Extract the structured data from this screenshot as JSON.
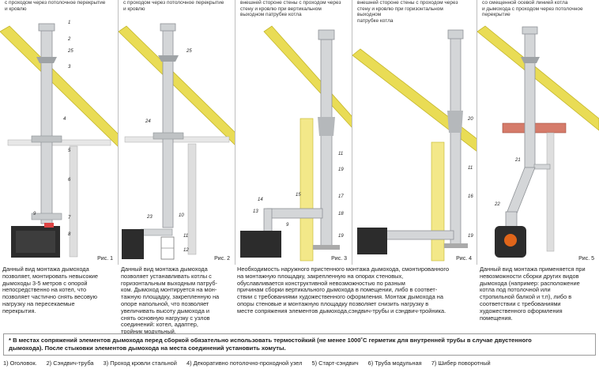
{
  "panels": [
    {
      "header": "с проходом через потолочное перекрытие\nи кровлю",
      "figure": "Рис. 1",
      "numbers": [
        "1",
        "2",
        "25",
        "3",
        "4",
        "5",
        "6",
        "7",
        "8",
        "9"
      ],
      "description": "Данный вид монтажа дымохода\nпозволяет, монтировать невысокие\nдымоходы 3-5 метров с опорой\nнепосредственно на котел, что\nпозволяет частично снять весовую\nнагрузку на пересекаемые\nперекрытия."
    },
    {
      "header": "с проходом через потолочное перекрытие\nи кровлю",
      "figure": "Рис. 2",
      "numbers": [
        "25",
        "24",
        "23",
        "10",
        "11",
        "12"
      ],
      "description": "Данный вид монтажа дымохода\nпозволяет устанавливать котлы с\nгоризонтальным выходным патруб-\nком. Дымоход монтируется на мон-\nтажную площадку, закрепленную на\nопоре напольной, что позволяет\nувеличивать высоту дымохода и\nснять основную нагрузку с узлов\nсоединений: котел, адаптер,\nтройник модульный."
    },
    {
      "header": "внешней стороне стены с проходом через\nстену и кровлю при вертикальном\nвыходном патрубке котла",
      "figure": "Рис. 3",
      "numbers": [
        "11",
        "19",
        "17",
        "18",
        "15",
        "14",
        "13",
        "9",
        "19"
      ],
      "description": "Необходимость наружного пристенного монтажа дымохода, смонтированного\nна монтажную площадку, закрепленную на опорах стеновых,\nобуславливается конструктивной невозможностью по разным\nпричинам сборки вертикального дымохода в помещении, либо в соответ-\nствии с требованиями художественного оформления. Монтаж дымохода на\nопоры стеновые и монтажную площадку позволяет снизить нагрузку в\nместе сопряжения элементов дымохода,сэндвич-трубы и сэндвич-тройника."
    },
    {
      "header": "внешней стороне стены с проходом через\nстену и кровлю при горизонтальном выходном\nпатрубке котла",
      "figure": "Рис. 4",
      "numbers": [
        "20",
        "11",
        "16",
        "19"
      ],
      "description": ""
    },
    {
      "header": "со смещенной осевой линией котла\nи дымохода с проходом через потолочное\nперекрытие",
      "figure": "Рис. 5",
      "numbers": [
        "21",
        "22"
      ],
      "description": "Данный вид монтажа применяется при\nневозможности сборки других видов\nдымохода (например: расположение\nкотла под потолочной или\nстропильной балкой и т.п), либо в\nсоответствии с требованиями\nхудожественного оформления\nпомещения."
    }
  ],
  "note": {
    "line1": "* В местах сопряжений элементов дымохода перед сборкой обязательно использовать термостойкий (не менее 1000˚С герметик для внутренней трубы в случае двустенного",
    "line2": "дымохода). После стыковки элементов дымохода на места соединений установить хомуты."
  },
  "legend": [
    "1) Оголовок.",
    "2) Сэндвич-труба",
    "3) Проход кровли стальной",
    "4) Декоративно потолочно-проходной узел",
    "5) Старт-сэндвич",
    "6) Труба модульная",
    "7) Шибер поворотный"
  ],
  "colors": {
    "roof": "#e9dc55",
    "pipe": "#d4d6d8",
    "pipe_stroke": "#8e9296",
    "boiler": "#2c2c2c",
    "wall": "#dedede",
    "stand": "#e8e8e8"
  }
}
